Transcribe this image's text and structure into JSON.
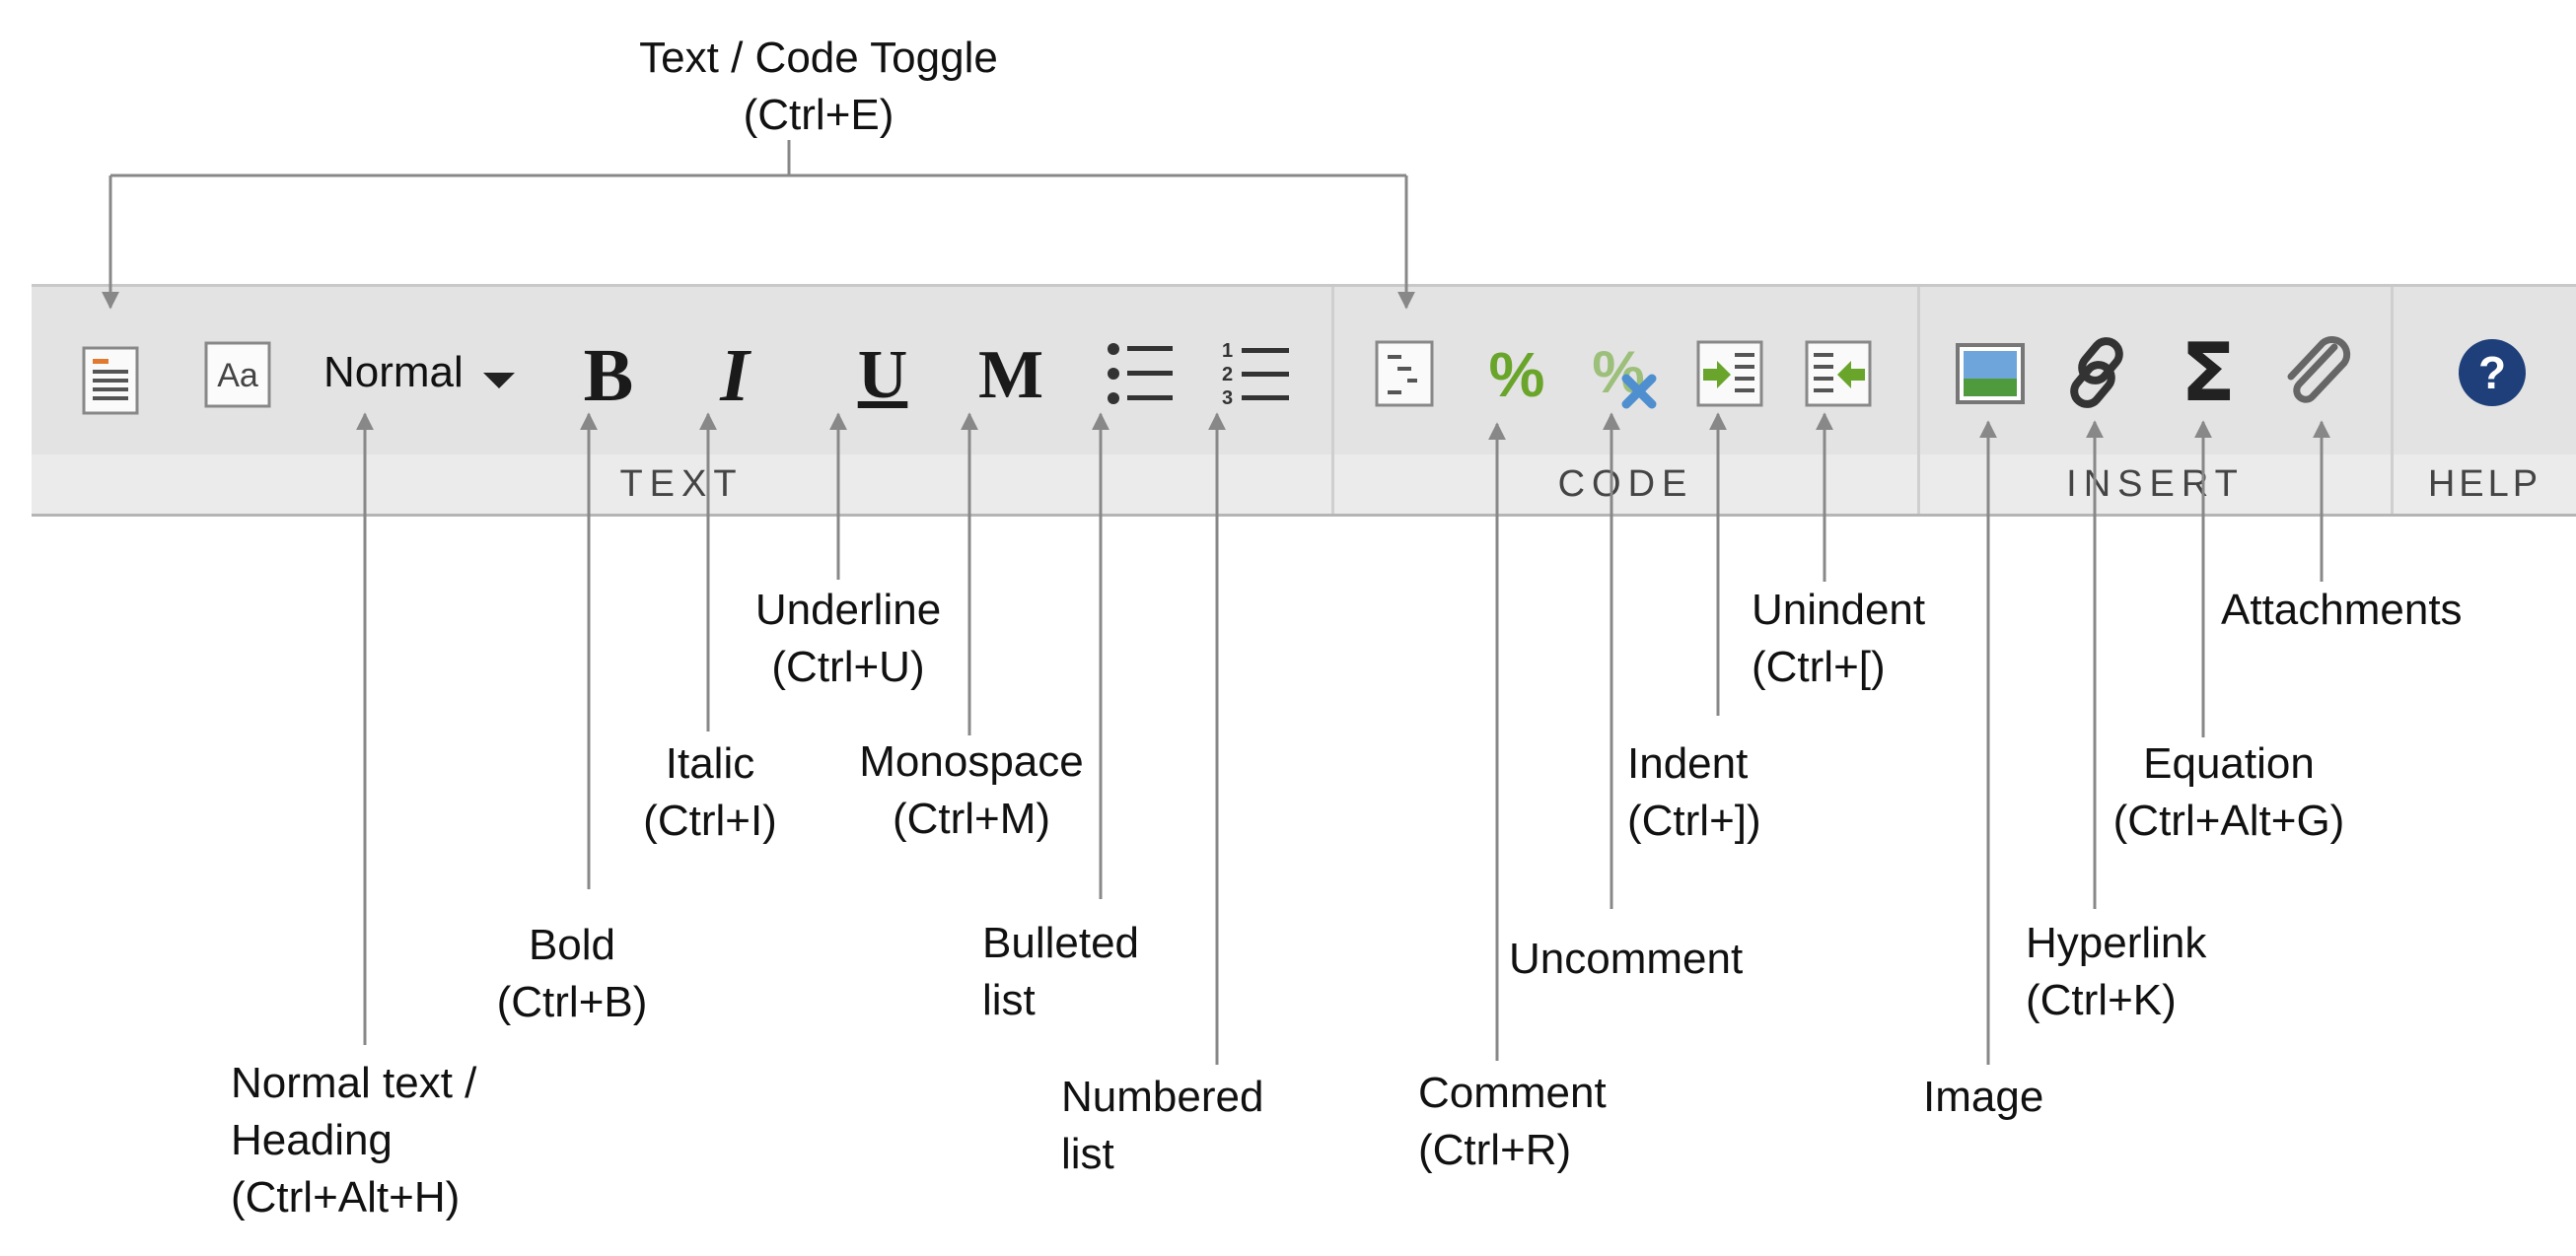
{
  "toolbar": {
    "style_select": {
      "value": "Normal"
    },
    "groups": {
      "text": "TEXT",
      "code": "CODE",
      "insert": "INSERT",
      "help": "HELP"
    },
    "icons": {
      "toggle": "document-icon",
      "style": "font-aa-icon",
      "dropdown": "caret-down-icon",
      "bold": "bold-icon",
      "italic": "italic-icon",
      "underline": "underline-icon",
      "monospace": "monospace-icon",
      "bulleted": "bulleted-list-icon",
      "numbered": "numbered-list-icon",
      "code_toggle": "code-document-icon",
      "comment": "percent-icon",
      "uncomment": "percent-cross-icon",
      "indent": "indent-icon",
      "unindent": "unindent-icon",
      "image": "image-icon",
      "hyperlink": "link-icon",
      "equation": "sigma-icon",
      "attachments": "paperclip-icon",
      "help": "question-circle-icon"
    },
    "glyphs": {
      "bold": "B",
      "italic": "I",
      "underline": "U",
      "monospace": "M",
      "equation": "Σ",
      "help": "?"
    }
  },
  "annotations": {
    "toggle": {
      "line1": "Text / Code Toggle",
      "line2": "(Ctrl+E)"
    },
    "heading": {
      "line1": "Normal text /",
      "line2": "Heading",
      "line3": "(Ctrl+Alt+H)"
    },
    "bold": {
      "line1": "Bold",
      "line2": "(Ctrl+B)"
    },
    "italic": {
      "line1": "Italic",
      "line2": "(Ctrl+I)"
    },
    "underline": {
      "line1": "Underline",
      "line2": "(Ctrl+U)"
    },
    "monospace": {
      "line1": "Monospace",
      "line2": "(Ctrl+M)"
    },
    "bulleted": {
      "line1": "Bulleted",
      "line2": "list"
    },
    "numbered": {
      "line1": "Numbered",
      "line2": "list"
    },
    "comment": {
      "line1": "Comment",
      "line2": "(Ctrl+R)"
    },
    "uncomment": {
      "line1": "Uncomment"
    },
    "indent": {
      "line1": "Indent",
      "line2": "(Ctrl+])"
    },
    "unindent": {
      "line1": "Unindent",
      "line2": "(Ctrl+[)"
    },
    "image": {
      "line1": "Image"
    },
    "hyperlink": {
      "line1": "Hyperlink",
      "line2": "(Ctrl+K)"
    },
    "equation": {
      "line1": "Equation",
      "line2": "(Ctrl+Alt+G)"
    },
    "attachments": {
      "line1": "Attachments"
    }
  },
  "colors": {
    "toolbar_bg": "#e3e3e3",
    "line": "#888888",
    "comment_green": "#6aa52b",
    "uncomment_blue": "#4f8fd0",
    "help_blue": "#1f3f7a"
  }
}
